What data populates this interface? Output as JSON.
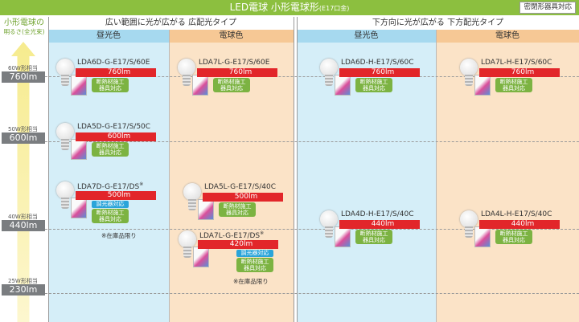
{
  "header": {
    "title": "LED電球 小形電球形",
    "subtitle": "(E17口金)",
    "badge": "密閉形器具対応"
  },
  "axis": {
    "title_line1": "小形電球の",
    "title_line2": "明るさ(全光束)",
    "levels": [
      {
        "watt": "60W形相当",
        "lumen": "760lm"
      },
      {
        "watt": "50W形相当",
        "lumen": "600lm"
      },
      {
        "watt": "40W形相当",
        "lumen": "440lm"
      },
      {
        "watt": "25W形相当",
        "lumen": "230lm"
      }
    ]
  },
  "groups": [
    {
      "title": "広い範囲に光が広がる 広配光タイプ"
    },
    {
      "title": "下方向に光が広がる 下方配光タイプ"
    }
  ],
  "columns": [
    {
      "label": "昼光色"
    },
    {
      "label": "電球色"
    },
    {
      "label": "昼光色"
    },
    {
      "label": "電球色"
    }
  ],
  "products": [
    {
      "model": "LDA6D-G-E17/S/60E",
      "mark": "",
      "lumen": "760lm",
      "badges": [
        "断熱材施工",
        "器具対応"
      ],
      "dimmer": "",
      "note": ""
    },
    {
      "model": "LDA5D-G-E17/S/50C",
      "mark": "",
      "lumen": "600lm",
      "badges": [
        "断熱材施工",
        "器具対応"
      ],
      "dimmer": "",
      "note": ""
    },
    {
      "model": "LDA7D-G-E17/DS",
      "mark": "※",
      "lumen": "500lm",
      "badges": [
        "断熱材施工",
        "器具対応"
      ],
      "dimmer": "調光器対応",
      "note": "※在庫品限り"
    },
    {
      "model": "LDA7L-G-E17/S/60E",
      "mark": "",
      "lumen": "760lm",
      "badges": [
        "断熱材施工",
        "器具対応"
      ],
      "dimmer": "",
      "note": ""
    },
    {
      "model": "LDA5L-G-E17/S/40C",
      "mark": "",
      "lumen": "500lm",
      "badges": [
        "断熱材施工",
        "器具対応"
      ],
      "dimmer": "",
      "note": ""
    },
    {
      "model": "LDA7L-G-E17/DS",
      "mark": "※",
      "lumen": "420lm",
      "badges": [
        "断熱材施工",
        "器具対応"
      ],
      "dimmer": "調光器対応",
      "note": "※在庫品限り"
    },
    {
      "model": "LDA6D-H-E17/S/60C",
      "mark": "",
      "lumen": "760lm",
      "badges": [
        "断熱材施工",
        "器具対応"
      ],
      "dimmer": "",
      "note": ""
    },
    {
      "model": "LDA4D-H-E17/S/40C",
      "mark": "",
      "lumen": "440lm",
      "badges": [
        "断熱材施工",
        "器具対応"
      ],
      "dimmer": "",
      "note": ""
    },
    {
      "model": "LDA7L-H-E17/S/60C",
      "mark": "",
      "lumen": "760lm",
      "badges": [
        "断熱材施工",
        "器具対応"
      ],
      "dimmer": "",
      "note": ""
    },
    {
      "model": "LDA4L-H-E17/S/40C",
      "mark": "",
      "lumen": "440lm",
      "badges": [
        "断熱材施工",
        "器具対応"
      ],
      "dimmer": "",
      "note": ""
    }
  ],
  "colors": {
    "header_green": "#8cbf3f",
    "lumen_red": "#e2262a",
    "daylight_bg": "#d5eef8",
    "warm_bg": "#fbe3c7"
  }
}
